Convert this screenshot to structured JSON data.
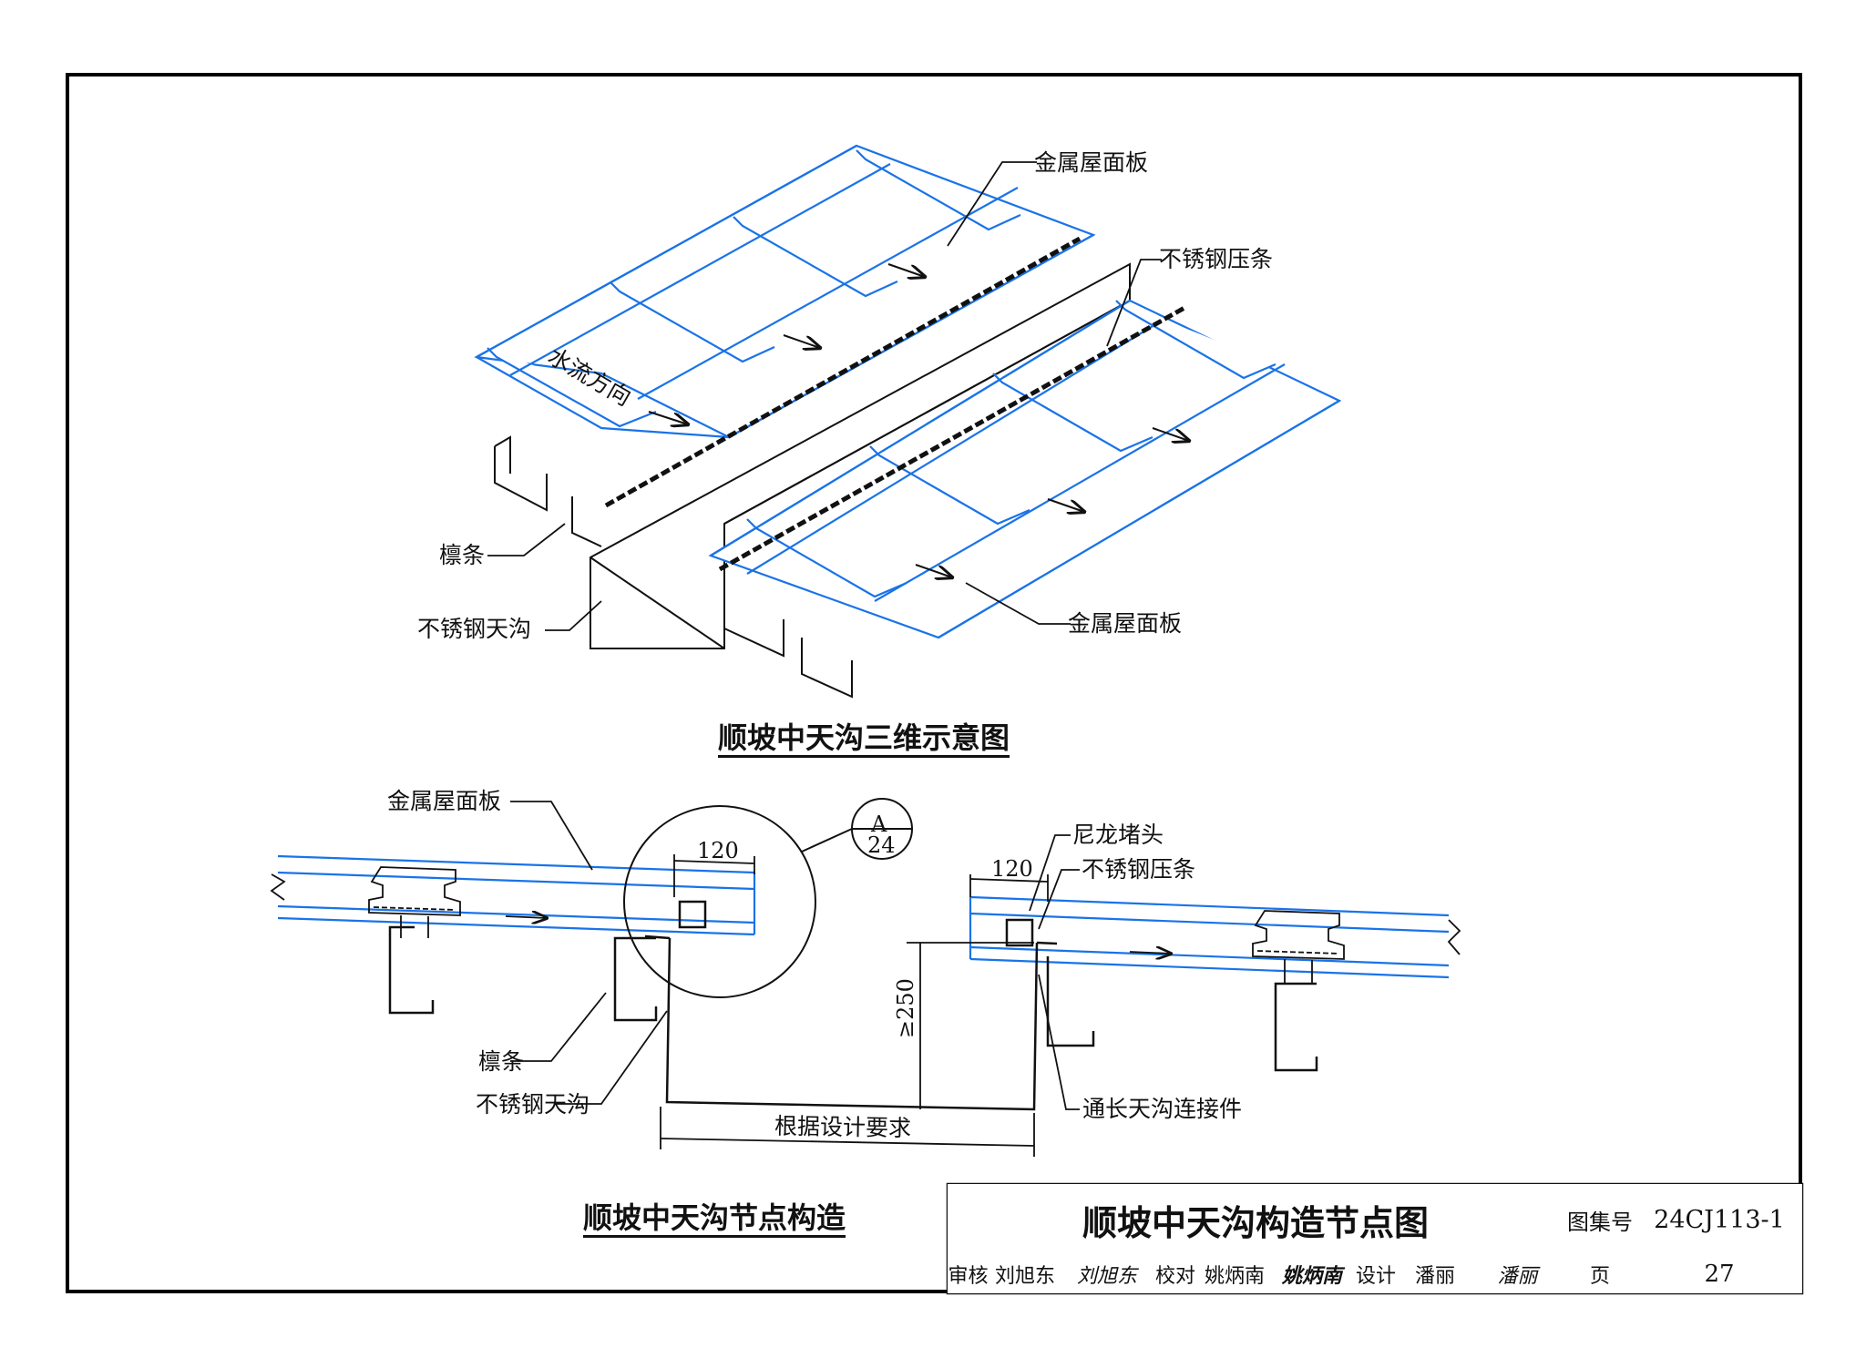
{
  "upper_view": {
    "title": "顺坡中天沟三维示意图",
    "labels": {
      "roof_panel_top": "金属屋面板",
      "pressing_strip": "不锈钢压条",
      "water_flow": "水流方向",
      "purlin": "檩条",
      "gutter": "不锈钢天沟",
      "roof_panel_bottom": "金属屋面板"
    }
  },
  "lower_view": {
    "title": "顺坡中天沟节点构造",
    "labels": {
      "roof_panel": "金属屋面板",
      "purlin": "檩条",
      "gutter": "不锈钢天沟",
      "nylon_plug": "尼龙堵头",
      "pressing_strip": "不锈钢压条",
      "connector": "通长天沟连接件",
      "width_note": "根据设计要求"
    },
    "dimensions": {
      "left_overhang": "120",
      "right_overhang": "120",
      "gutter_depth": "≥250"
    },
    "detail_ref": {
      "letter": "A",
      "page": "24"
    }
  },
  "title_block": {
    "drawing_name": "顺坡中天沟构造节点图",
    "atlas_label": "图集号",
    "atlas_no": "24CJ113-1",
    "review_label": "审核",
    "review_name": "刘旭东",
    "check_label": "校对",
    "check_name": "姚炳南",
    "design_label": "设计",
    "design_name": "潘丽",
    "page_label": "页",
    "page_no": "27"
  },
  "colors": {
    "panel": "#1a73e8",
    "ink": "#111111"
  }
}
